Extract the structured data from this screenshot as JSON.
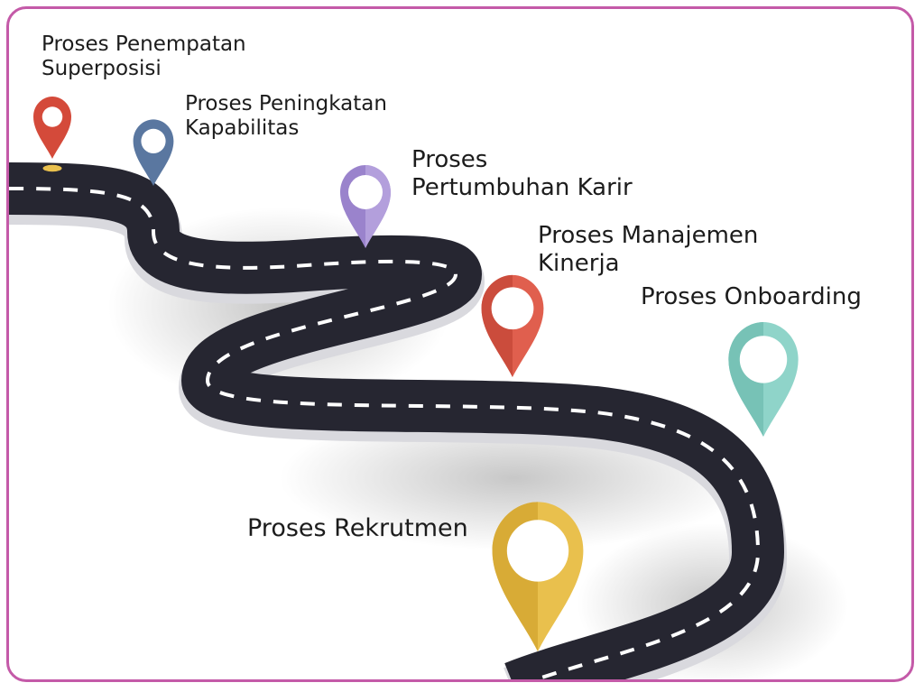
{
  "diagram": {
    "steps": [
      {
        "line1": "Proses Penempatan",
        "line2": "Superposisi",
        "color": "#d44a3a"
      },
      {
        "line1": "Proses Peningkatan",
        "line2": "Kapabilitas",
        "color": "#5a77a0"
      },
      {
        "line1": "Proses",
        "line2": "Pertumbuhan Karir",
        "color": "#9a83cc"
      },
      {
        "line1": "Proses Manajemen",
        "line2": "Kinerja",
        "color": "#e05f4e"
      },
      {
        "line1": "Proses Onboarding",
        "color": "#8fd4c9"
      },
      {
        "line1": "Proses Rekrutmen",
        "color": "#e9c04d"
      }
    ],
    "road_color": "#262631",
    "border_color": "#c45aa8"
  }
}
